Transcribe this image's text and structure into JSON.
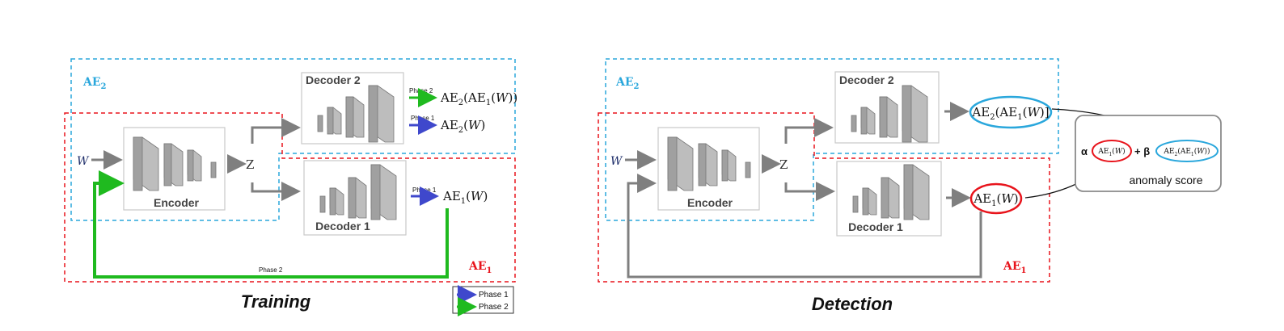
{
  "colors": {
    "ae1_box": "#e8141c",
    "ae2_box": "#2aa7dc",
    "phase1_arrow": "#3f48cc",
    "phase2_arrow": "#1fba1f",
    "gray_arrow": "#7f7f7f",
    "layer_fill": "#a9a9a9",
    "panel_border": "#c9c9c9"
  },
  "training": {
    "caption": "Training",
    "ae2_label": "AE",
    "ae2_sub": "2",
    "ae1_label": "AE",
    "ae1_sub": "1",
    "input": "W",
    "latent": "Z",
    "encoder": "Encoder",
    "decoder1": "Decoder 1",
    "decoder2": "Decoder 2",
    "phase2_top": "Phase 2",
    "phase1_mid": "Phase 1",
    "phase1_dec1": "Phase 1",
    "phase2_bottom": "Phase 2",
    "out_ae2ae1": {
      "a": "AE",
      "a_sub": "2",
      "b": "(AE",
      "b_sub": "1",
      "c": "(",
      "w": "W",
      "d": "))"
    },
    "out_ae2": {
      "a": "AE",
      "a_sub": "2",
      "c": "(",
      "w": "W",
      "d": ")"
    },
    "out_ae1": {
      "a": "AE",
      "a_sub": "1",
      "c": "(",
      "w": "W",
      "d": ")"
    },
    "legend": [
      {
        "label": "Phase 1",
        "color": "#3f48cc"
      },
      {
        "label": "Phase 2",
        "color": "#1fba1f"
      }
    ]
  },
  "detection": {
    "caption": "Detection",
    "ae2_label": "AE",
    "ae2_sub": "2",
    "ae1_label": "AE",
    "ae1_sub": "1",
    "input": "W",
    "latent": "Z",
    "encoder": "Encoder",
    "decoder1": "Decoder 1",
    "decoder2": "Decoder 2",
    "out_ae2ae1": {
      "a": "AE",
      "a_sub": "2",
      "b": "(AE",
      "b_sub": "1",
      "c": "(",
      "w": "W",
      "d": ")]"
    },
    "out_ae1": {
      "a": "AE",
      "a_sub": "1",
      "c": "(",
      "w": "W",
      "d": ")"
    },
    "score": {
      "alpha": "α",
      "plus_beta": "+ β",
      "term1": {
        "a": "AE",
        "a_sub": "1",
        "c": "(",
        "w": "W",
        "d": ")"
      },
      "term2": {
        "a": "AE",
        "a_sub": "2",
        "b": "(AE",
        "b_sub": "1",
        "c": "(",
        "w": "W",
        "d": "))"
      },
      "label": "anomaly score"
    }
  }
}
